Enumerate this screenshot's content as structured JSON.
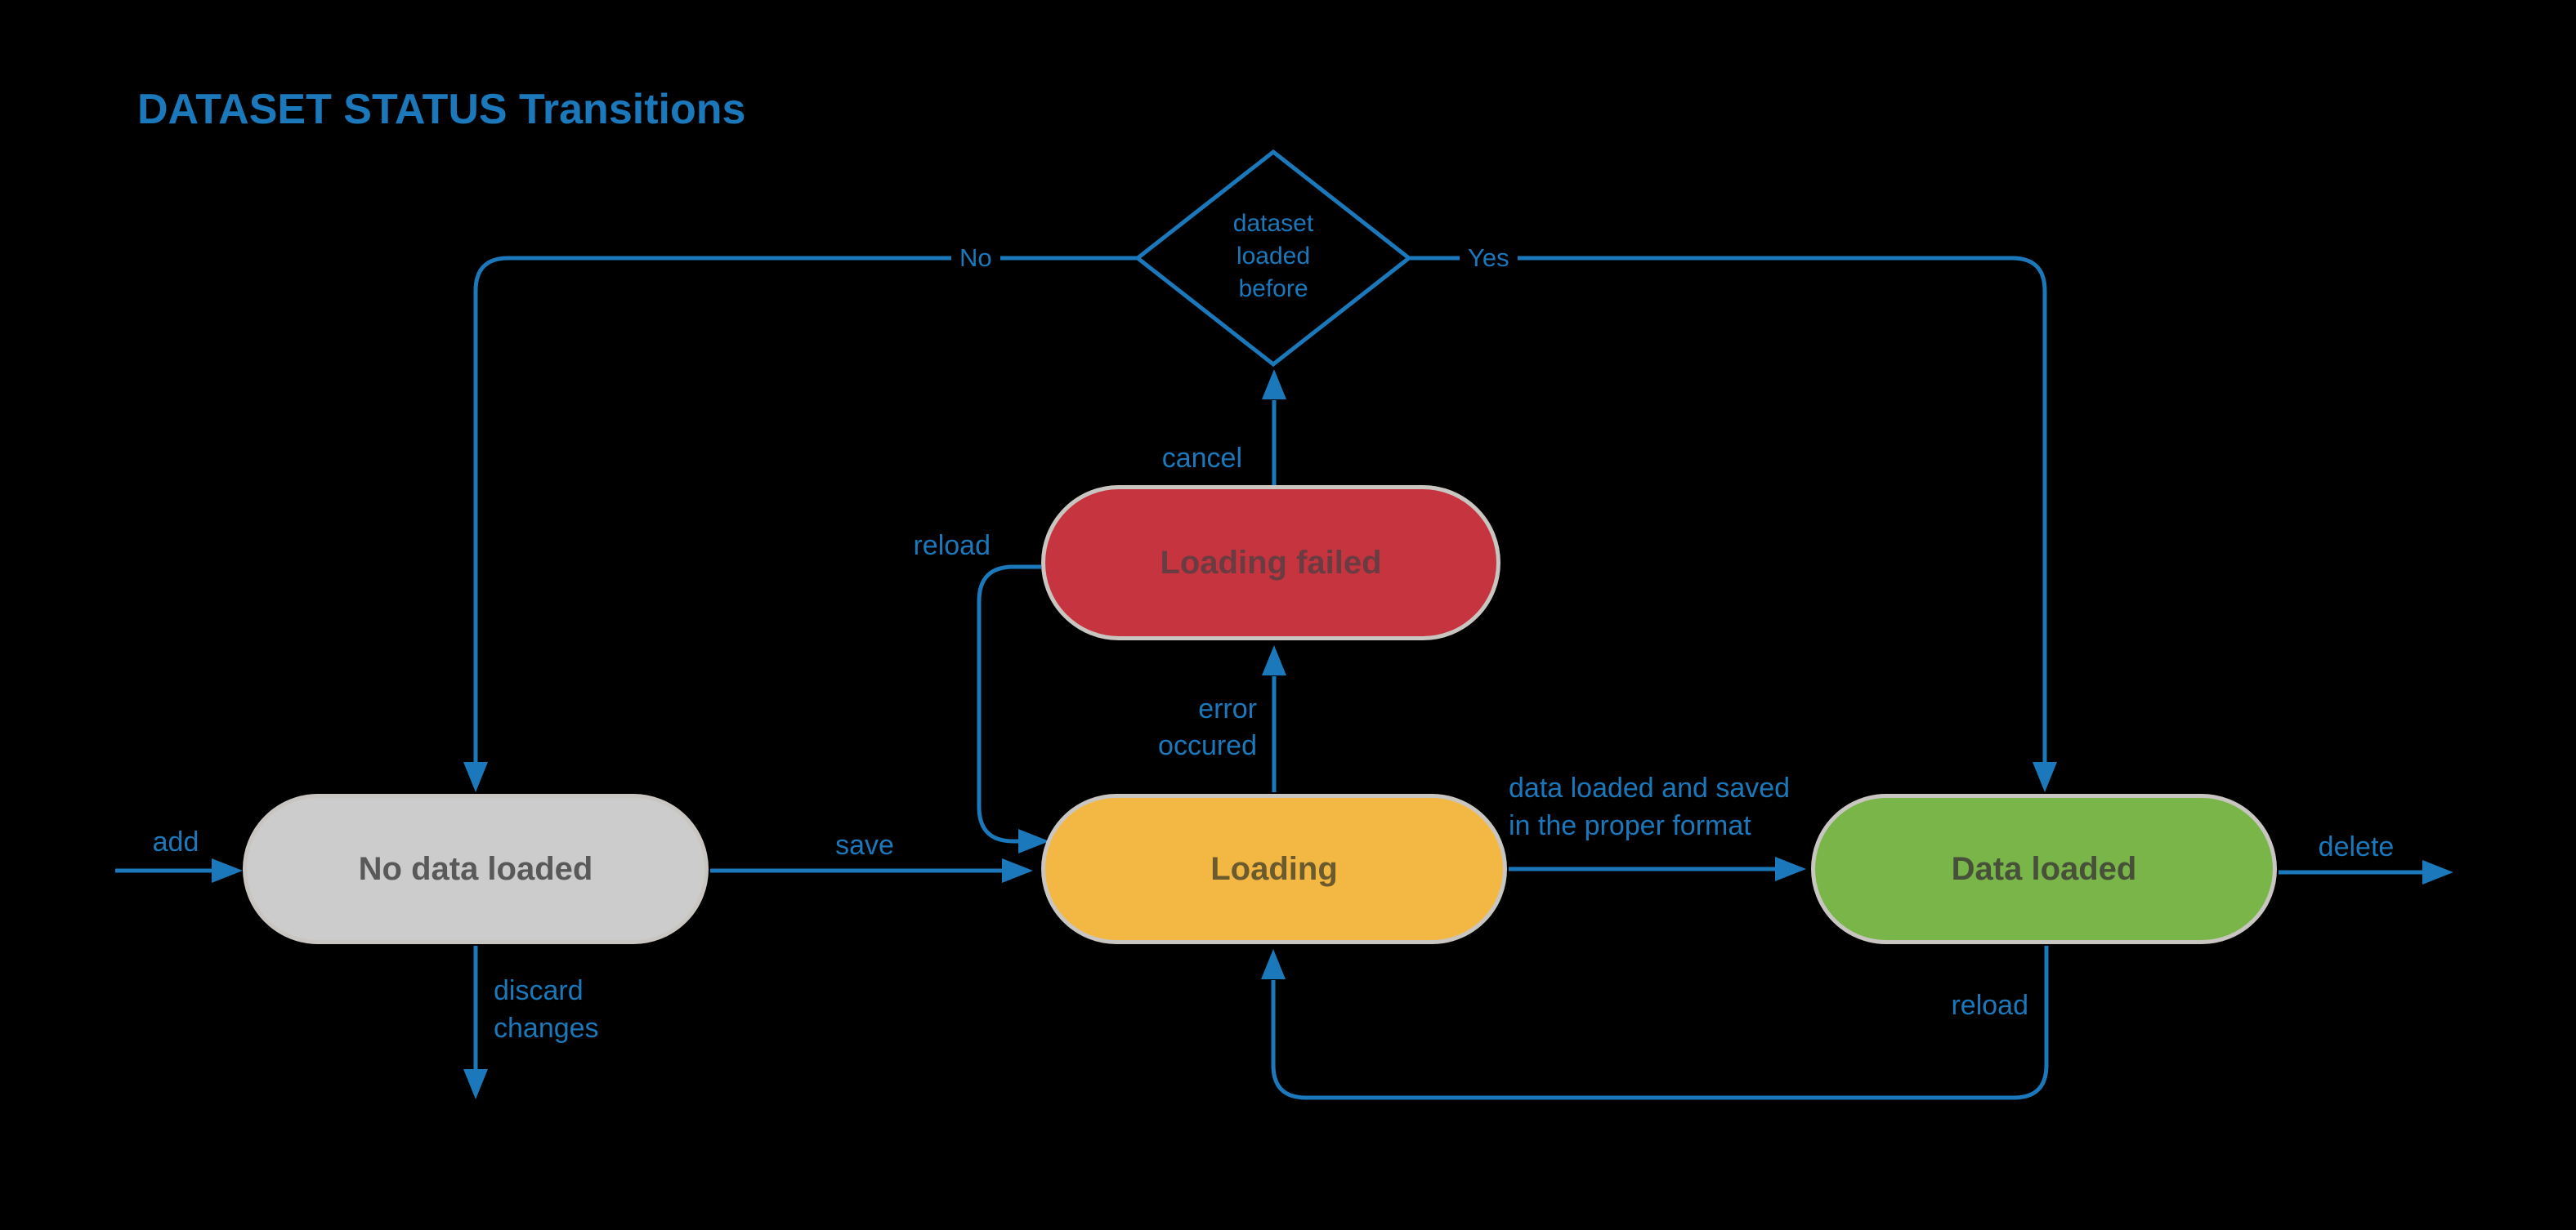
{
  "title": "DATASET STATUS Transitions",
  "colors": {
    "background": "#000000",
    "accent_blue": "#1b78ba",
    "node_gray": "#cccccc",
    "node_red": "#c5343f",
    "node_yellow": "#f3b843",
    "node_green": "#7ab54a",
    "node_border": "#c9c6c2",
    "text_gray_node": "#595959",
    "text_red_node": "#693c41",
    "text_yellow_node": "#6a5a2e",
    "text_green_node": "#475039"
  },
  "decision": {
    "label": "dataset\nloaded\nbefore"
  },
  "nodes": {
    "no_data_loaded": {
      "label": "No data loaded",
      "color": "#cccccc"
    },
    "loading": {
      "label": "Loading",
      "color": "#f3b843"
    },
    "loading_failed": {
      "label": "Loading failed",
      "color": "#c5343f"
    },
    "data_loaded": {
      "label": "Data loaded",
      "color": "#7ab54a"
    }
  },
  "edge_labels": {
    "add": "add",
    "save": "save",
    "no": "No",
    "yes": "Yes",
    "cancel": "cancel",
    "reload_from_failed": "reload",
    "error_occured": "error\noccured",
    "data_saved": "data loaded and saved\nin the proper format",
    "delete": "delete",
    "discard_changes": "discard\nchanges",
    "reload_loop": "reload"
  }
}
